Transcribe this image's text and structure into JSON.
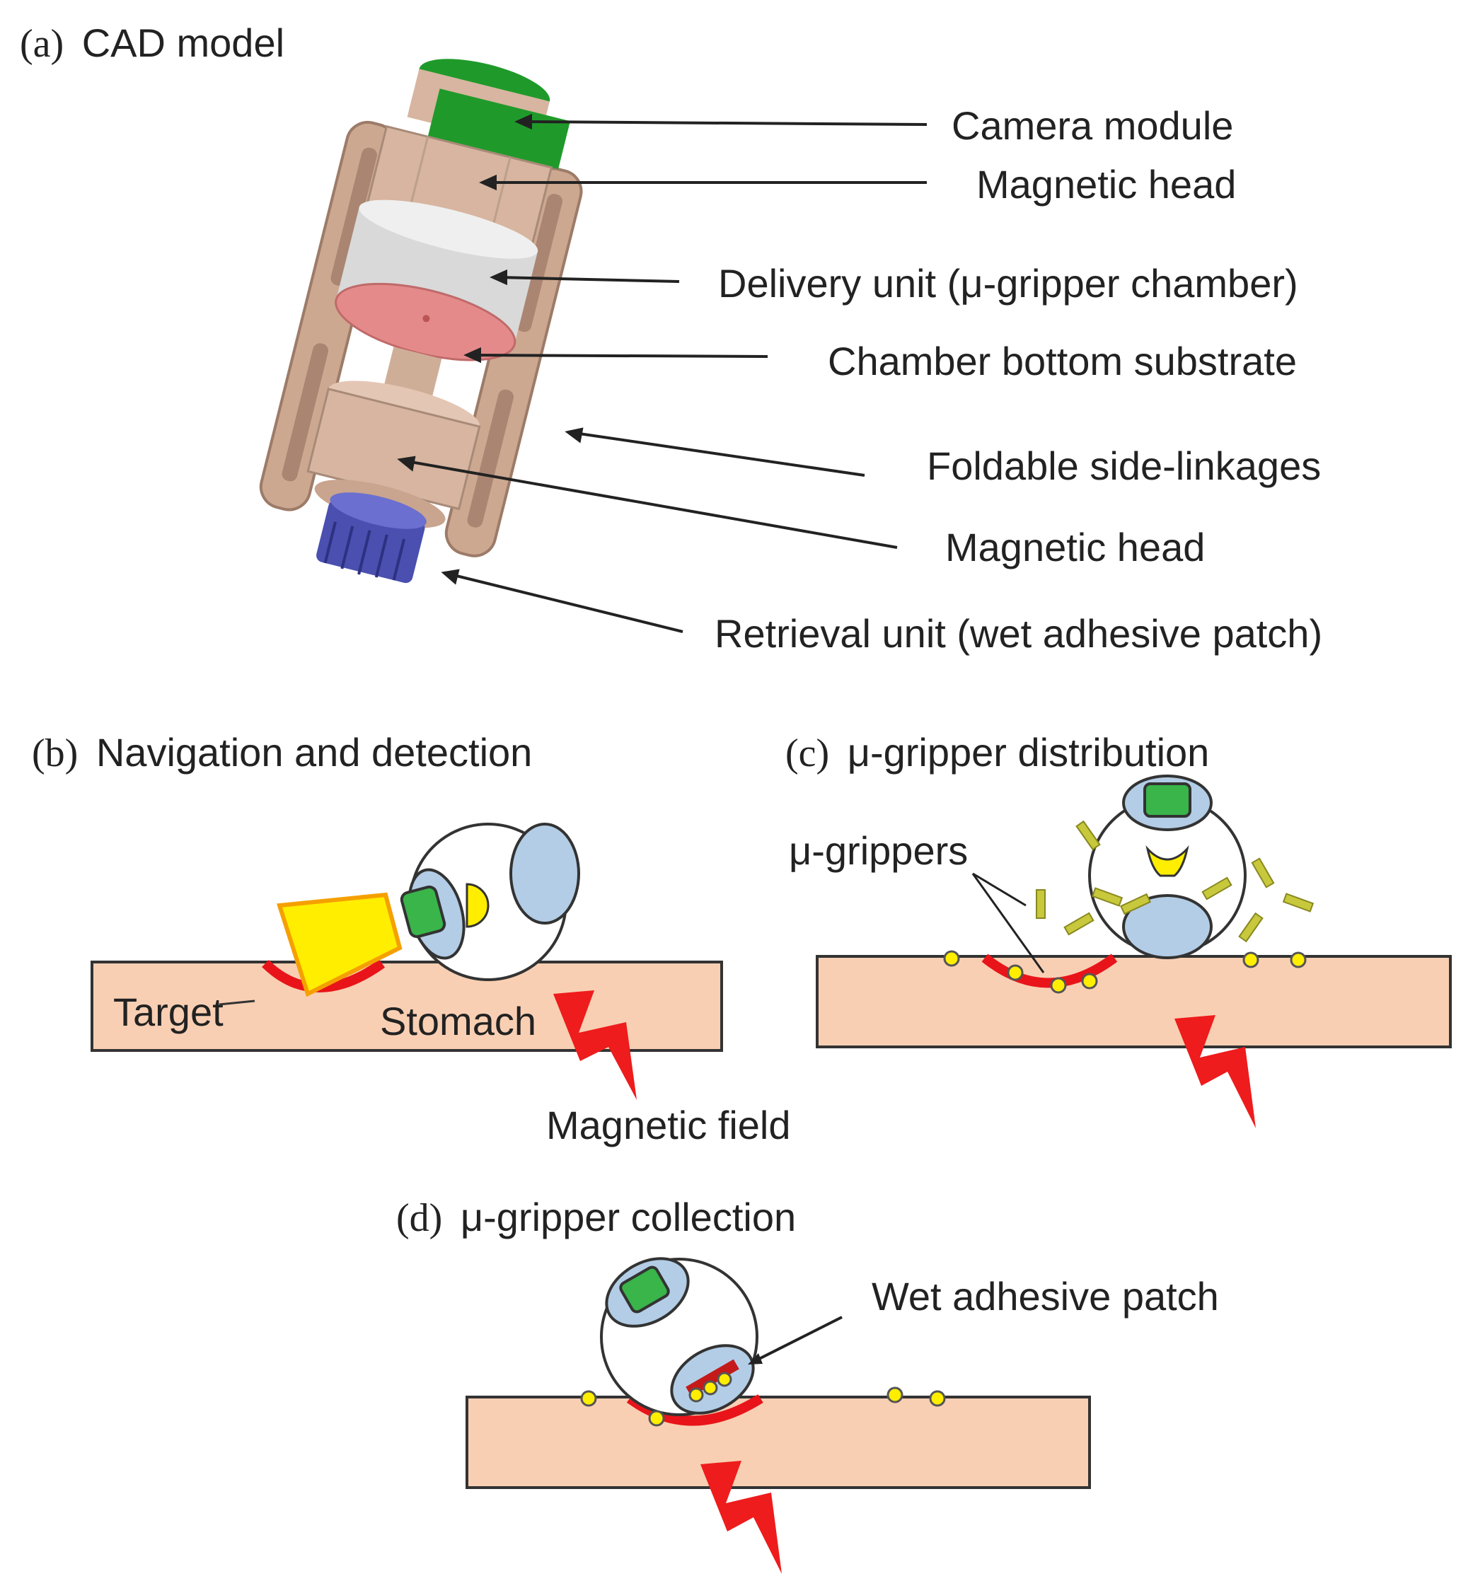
{
  "panels": {
    "a": {
      "letter": "(a)",
      "title": "CAD model",
      "callouts": [
        "Camera module",
        "Magnetic head",
        "Delivery unit (μ-gripper chamber)",
        "Chamber bottom substrate",
        "Foldable side-linkages",
        "Magnetic head",
        "Retrieval unit (wet adhesive patch)"
      ]
    },
    "b": {
      "letter": "(b)",
      "title": "Navigation and detection",
      "target_label": "Target",
      "stomach_label": "Stomach",
      "field_label": "Magnetic field"
    },
    "c": {
      "letter": "(c)",
      "title": "μ-gripper distribution",
      "grippers_label": "μ-grippers"
    },
    "d": {
      "letter": "(d)",
      "title": "μ-gripper collection",
      "patch_label": "Wet adhesive patch"
    }
  },
  "colors": {
    "tissue": "#f9cfb3",
    "lesion": "#e8141a",
    "bolt": "#ee1c1c",
    "magnet": "#b3cde6",
    "camera": "#39b54a",
    "light": "#ffee00",
    "gripper": "#c8c83c",
    "cad_body": "#d7b5a0",
    "cad_green": "#1f9a2a",
    "cad_silver": "#d9d9d9",
    "cad_pink": "#e58a8a",
    "cad_blue": "#4a4fb0"
  }
}
